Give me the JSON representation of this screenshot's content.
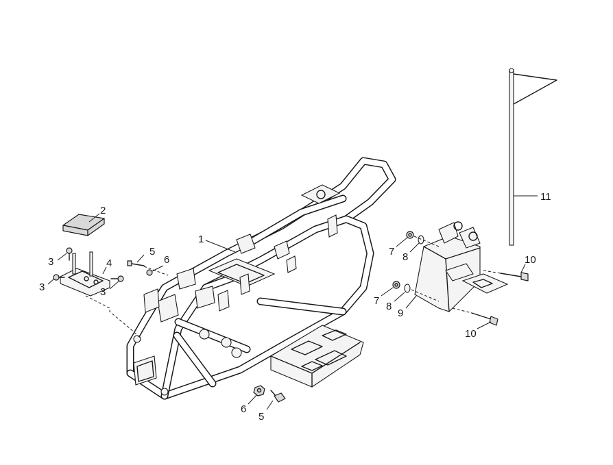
{
  "callouts": {
    "frame": "1",
    "cover": "2",
    "bolt_left_upper": "3",
    "bolt_left_lower": "3",
    "bolt_left_right": "3",
    "bracket": "4",
    "bolt_top": "5",
    "nut_top": "6",
    "nut_bottom": "6",
    "bolt_bottom": "5",
    "nut_hitch_upper": "7",
    "washer_hitch_upper": "8",
    "nut_hitch_lower": "7",
    "washer_hitch_lower": "8",
    "hitch": "9",
    "bolt_hitch_upper": "10",
    "bolt_hitch_lower": "10",
    "flag": "11"
  }
}
